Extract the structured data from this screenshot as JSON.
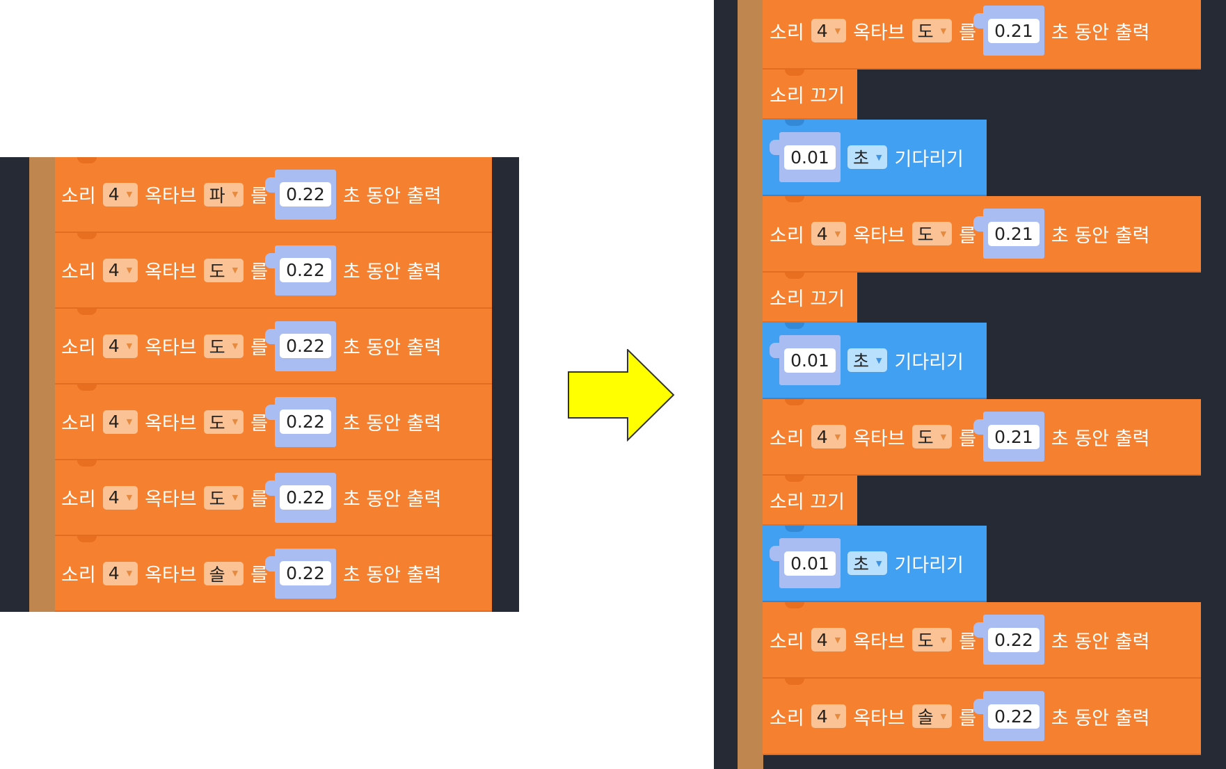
{
  "labels": {
    "sound": "소리",
    "octave": "옥타브",
    "particle": "를",
    "seconds_play": "초 동안 출력",
    "stop": "소리 끄기",
    "wait": "기다리기"
  },
  "colors": {
    "canvas": "#ffffff",
    "workspace": "#262a35",
    "sound_block": "#f58130",
    "wait_block": "#42a0f2",
    "number_slot": "#a9bdf3",
    "spine": "#c0864f",
    "arrow": "#ffff00"
  },
  "arrow_icon": "right-arrow-icon",
  "before": {
    "blocks": [
      {
        "octave": "4",
        "note": "파",
        "duration": "0.22"
      },
      {
        "octave": "4",
        "note": "도",
        "duration": "0.22"
      },
      {
        "octave": "4",
        "note": "도",
        "duration": "0.22"
      },
      {
        "octave": "4",
        "note": "도",
        "duration": "0.22"
      },
      {
        "octave": "4",
        "note": "도",
        "duration": "0.22"
      },
      {
        "octave": "4",
        "note": "솔",
        "duration": "0.22"
      }
    ]
  },
  "after": {
    "blocks": [
      {
        "kind": "play",
        "octave": "4",
        "note": "도",
        "duration": "0.21"
      },
      {
        "kind": "stop"
      },
      {
        "kind": "wait",
        "seconds": "0.01",
        "unit": "초"
      },
      {
        "kind": "play",
        "octave": "4",
        "note": "도",
        "duration": "0.21"
      },
      {
        "kind": "stop"
      },
      {
        "kind": "wait",
        "seconds": "0.01",
        "unit": "초"
      },
      {
        "kind": "play",
        "octave": "4",
        "note": "도",
        "duration": "0.21"
      },
      {
        "kind": "stop"
      },
      {
        "kind": "wait",
        "seconds": "0.01",
        "unit": "초"
      },
      {
        "kind": "play",
        "octave": "4",
        "note": "도",
        "duration": "0.22"
      },
      {
        "kind": "play",
        "octave": "4",
        "note": "솔",
        "duration": "0.22"
      }
    ]
  }
}
